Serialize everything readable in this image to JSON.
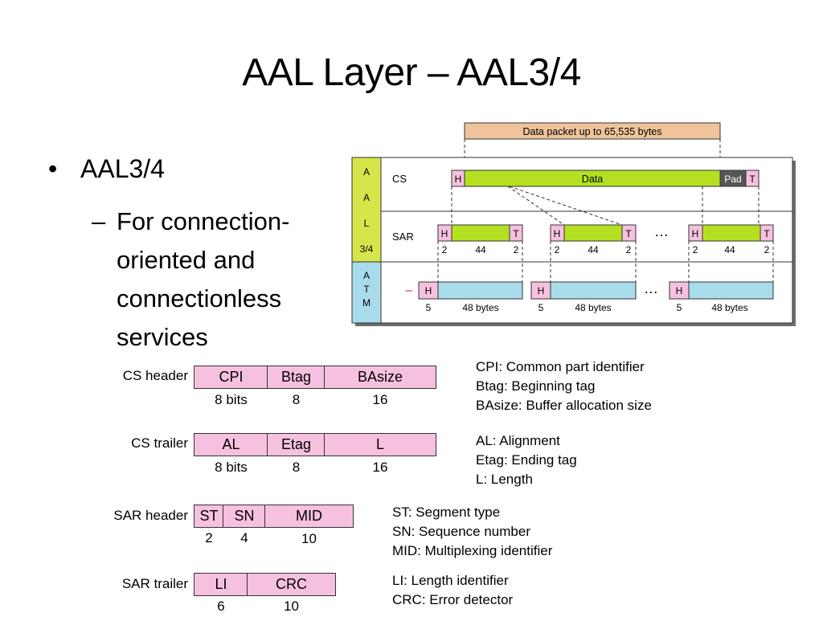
{
  "slide": {
    "title": "AAL Layer – AAL3/4",
    "bullet_1": "AAL3/4",
    "bullet_2_dash": "–",
    "bullet_2": "For connection-oriented and connectionless services"
  },
  "diagram": {
    "top_label": "Data packet up to 65,535 bytes",
    "side_aal": [
      "A",
      "A",
      "L",
      "3/4"
    ],
    "side_atm": [
      "A",
      "T",
      "M"
    ],
    "cs_label": "CS",
    "sar_label": "SAR",
    "h": "H",
    "t": "T",
    "data": "Data",
    "pad": "Pad",
    "ellipsis": "…",
    "dash_mark": "–",
    "sar_sizes": [
      "2",
      "44",
      "2"
    ],
    "atm_sizes": [
      "5",
      "48 bytes"
    ]
  },
  "fields": {
    "cs_header": {
      "label": "CS header",
      "cells": [
        "CPI",
        "Btag",
        "BAsize"
      ],
      "sizes": [
        "8 bits",
        "8",
        "16"
      ],
      "legend": [
        "CPI: Common part identifier",
        "Btag: Beginning tag",
        "BAsize: Buffer allocation size"
      ]
    },
    "cs_trailer": {
      "label": "CS trailer",
      "cells": [
        "AL",
        "Etag",
        "L"
      ],
      "sizes": [
        "8 bits",
        "8",
        "16"
      ],
      "legend": [
        "AL: Alignment",
        "Etag: Ending tag",
        "L: Length"
      ]
    },
    "sar_header": {
      "label": "SAR header",
      "cells": [
        "ST",
        "SN",
        "MID"
      ],
      "sizes": [
        "2",
        "4",
        "10"
      ],
      "legend": [
        "ST: Segment type",
        "SN: Sequence number",
        "MID: Multiplexing identifier"
      ]
    },
    "sar_trailer": {
      "label": "SAR trailer",
      "cells": [
        "LI",
        "CRC"
      ],
      "sizes": [
        "6",
        "10"
      ],
      "legend": [
        "LI: Length identifier",
        "CRC: Error detector"
      ]
    }
  },
  "colors": {
    "pink": "#f6c1de",
    "green": "#b5e021",
    "blue": "#a8dcea",
    "yellow": "#d6e64a",
    "tan": "#efc49b",
    "pad": "#555555",
    "arrow": "#e0197d"
  }
}
